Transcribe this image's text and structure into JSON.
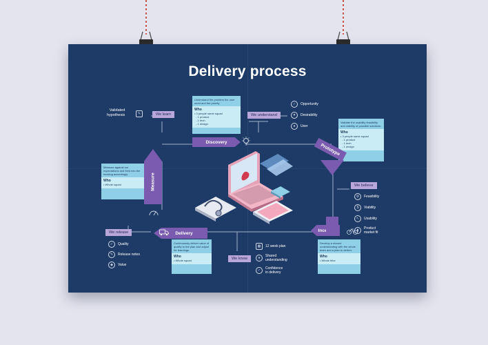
{
  "title": "Delivery process",
  "learn": {
    "label": "We learn",
    "hypothesis": "Validated\nhypothesis"
  },
  "discovery": {
    "stage": "Discovery",
    "card_text": "Understand the problem the user need and the priority",
    "who_title": "Who",
    "who_lines": "• 3 people same squad\n  - 1 product\n  - 1 tech\n  - 1 design"
  },
  "understand": {
    "label": "We understand",
    "items": [
      "Opportunity",
      "Desirability",
      "User"
    ]
  },
  "prototype": {
    "stage": "Prototype",
    "card_text": "Validate the usability feasibility and viability of possible solutions.",
    "who_title": "Who",
    "who_lines": "• 3 people same squad\n  - 1 product\n  - 1 tech\n  - 1 design"
  },
  "believe": {
    "label": "We believe",
    "items": [
      "Feasibility",
      "Viability",
      "Usability",
      "Product\nmarket fit"
    ]
  },
  "inception": {
    "stage": "Inception",
    "card_text": "Develop a shared understanding with the whole team and a plan to deliver.",
    "who_title": "Who",
    "who_lines": "• Whole tribe"
  },
  "know": {
    "label": "We know",
    "items": [
      "12 week plan",
      "Shared\nunderstanding",
      "Confidence\nin delivery"
    ]
  },
  "delivery": {
    "stage": "Delivery",
    "card_text": "Continuously deliver value of quality to the plan and adjust for learnings.",
    "who_title": "Who",
    "who_lines": "• Whole squad"
  },
  "release": {
    "label": "We release",
    "items": [
      "Quality",
      "Release notes",
      "Value"
    ]
  },
  "measure": {
    "stage": "Measure",
    "card_text": "Measure against our expectations and feed into the backlog accordingly.",
    "who_title": "Who",
    "who_lines": "• Whole squad"
  },
  "colors": {
    "poster_bg": "#1d3b66",
    "arrow": "#7b5bb0",
    "label": "#b9a7dc",
    "card": "#8fd0e6",
    "wall": "#e3e4ee"
  }
}
